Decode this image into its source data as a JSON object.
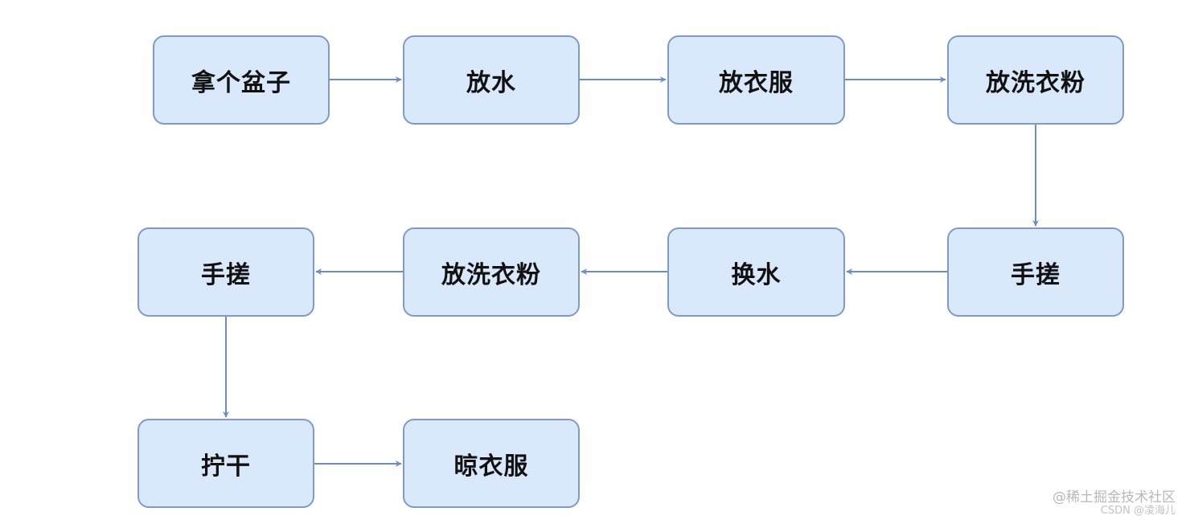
{
  "nodes": {
    "n1": "拿个盆子",
    "n2": "放水",
    "n3": "放衣服",
    "n4": "放洗衣粉",
    "n5": "手搓",
    "n6": "换水",
    "n7": "放洗衣粉",
    "n8": "手搓",
    "n9": "拧干",
    "n10": "晾衣服"
  },
  "edges": [
    [
      "n1",
      "n2"
    ],
    [
      "n2",
      "n3"
    ],
    [
      "n3",
      "n4"
    ],
    [
      "n4",
      "n5"
    ],
    [
      "n5",
      "n6"
    ],
    [
      "n6",
      "n7"
    ],
    [
      "n7",
      "n8"
    ],
    [
      "n8",
      "n9"
    ],
    [
      "n9",
      "n10"
    ]
  ],
  "colors": {
    "node_fill": "#dae8fc",
    "node_border": "#7f9bc3",
    "edge": "#6c8ebf"
  },
  "watermark": {
    "line1": "@稀土掘金技术社区",
    "line2": "CSDN @凌海儿"
  }
}
